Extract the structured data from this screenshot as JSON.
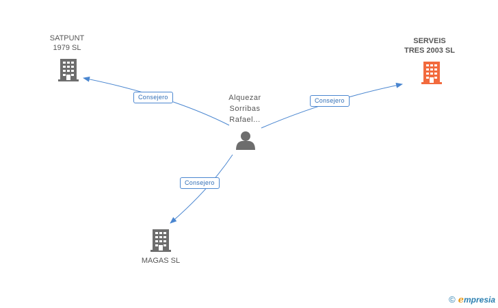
{
  "nodes": {
    "person": {
      "label_lines": [
        "Alquezar",
        "Sorribas",
        "Rafael..."
      ]
    },
    "company_1": {
      "label_lines": [
        "SATPUNT",
        "1979 SL"
      ]
    },
    "company_2": {
      "label_lines": [
        "SERVEIS",
        "TRES 2003 SL"
      ]
    },
    "company_3": {
      "label_lines": [
        "MAGAS SL"
      ]
    }
  },
  "edges": [
    {
      "label": "Consejero"
    },
    {
      "label": "Consejero"
    },
    {
      "label": "Consejero"
    }
  ],
  "colors": {
    "company_icon": "#6d6d6d",
    "company_icon_highlight": "#f26a3d",
    "person_icon": "#6d6d6d",
    "edge_line": "#4a86d0"
  },
  "brand": {
    "copyright": "©",
    "e_mark": "e",
    "name": "mpresia"
  }
}
